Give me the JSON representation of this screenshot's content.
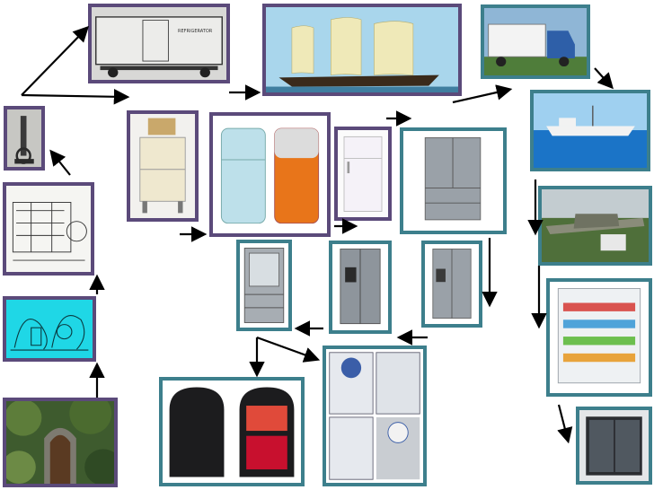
{
  "colors": {
    "purple_border": "#5b4a7a",
    "teal_border": "#3d7f8c",
    "arrow": "#000000",
    "cyan_panel": "#1fd7e6",
    "sea_blue": "#1b74c7",
    "sky_blue": "#9fd0f0",
    "fridge_blue": "#bde0ea",
    "fridge_orange": "#e8751a",
    "steel": "#9aa1a8"
  },
  "labels": {
    "rail_car": "REFRIGERATOR"
  },
  "panels": [
    {
      "id": "icehouse",
      "icon": "stone-ice-house"
    },
    {
      "id": "vapor",
      "icon": "cyan-blueprint"
    },
    {
      "id": "patent",
      "icon": "patent-drawing"
    },
    {
      "id": "engine",
      "icon": "compressor-engine"
    },
    {
      "id": "railcar",
      "icon": "refrigerator-rail-car"
    },
    {
      "id": "ship",
      "icon": "sailing-ship"
    },
    {
      "id": "truck",
      "icon": "refrigerated-truck"
    },
    {
      "id": "cargo-ship",
      "icon": "cargo-ship"
    },
    {
      "id": "plane",
      "icon": "cargo-plane"
    },
    {
      "id": "display",
      "icon": "open-display-cooler"
    },
    {
      "id": "glass-cooler",
      "icon": "glass-door-cooler"
    },
    {
      "id": "monitor-top",
      "icon": "monitor-top-fridge"
    },
    {
      "id": "retro",
      "icon": "retro-fridges"
    },
    {
      "id": "white",
      "icon": "white-fridge"
    },
    {
      "id": "french",
      "icon": "french-door-fridge"
    },
    {
      "id": "sbs1",
      "icon": "side-by-side-fridge"
    },
    {
      "id": "sbs2",
      "icon": "dispenser-fridge"
    },
    {
      "id": "builtin",
      "icon": "built-in-fridge"
    },
    {
      "id": "r2d2",
      "icon": "robot-fridge"
    },
    {
      "id": "mini",
      "icon": "mini-cooler"
    }
  ]
}
